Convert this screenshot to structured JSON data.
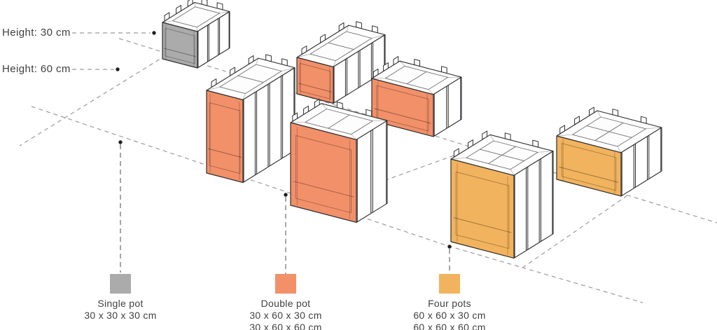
{
  "diagram": {
    "height_labels": [
      {
        "text": "Height: 30 cm"
      },
      {
        "text": "Height: 60 cm"
      }
    ],
    "pots": [
      {
        "id": "single-pot",
        "label": "Single pot 30 x 30 x 30 cm"
      },
      {
        "id": "double-pot-short-a",
        "label": "Double pot 30 x 60 x 30 cm"
      },
      {
        "id": "double-pot-short-b",
        "label": "Double pot 30 x 60 x 30 cm"
      },
      {
        "id": "double-pot-tall-a",
        "label": "Double pot 30 x 60 x 60 cm"
      },
      {
        "id": "four-pots-short",
        "label": "Four pots 60 x 60 x 30 cm"
      },
      {
        "id": "double-pot-tall-b",
        "label": "Double pot 30 x 60 x 60 cm"
      },
      {
        "id": "four-pots-tall",
        "label": "Four pots 60 x 60 x 60 cm"
      }
    ]
  },
  "legend": {
    "items": [
      {
        "label": "Single pot",
        "dims": [
          "30 x 30 x 30 cm"
        ],
        "color": "#ABABAB"
      },
      {
        "label": "Double pot",
        "dims": [
          "30 x 60 x 30 cm",
          "30 x 60 x 60 cm"
        ],
        "color": "#F29069"
      },
      {
        "label": "Four pots",
        "dims": [
          "60 x 60 x 30 cm",
          "60 x 60 x 60 cm"
        ],
        "color": "#F2B35E"
      }
    ]
  },
  "colors": {
    "outline": "#2E2E2E",
    "dash": "#9B9B9B",
    "pointer": "#1F1F1F",
    "text": "#414141",
    "gray": "#ABABAB",
    "orange": "#F29069",
    "amber": "#F2B35E",
    "side": "#F1F1F1",
    "white": "#FFFFFF"
  }
}
